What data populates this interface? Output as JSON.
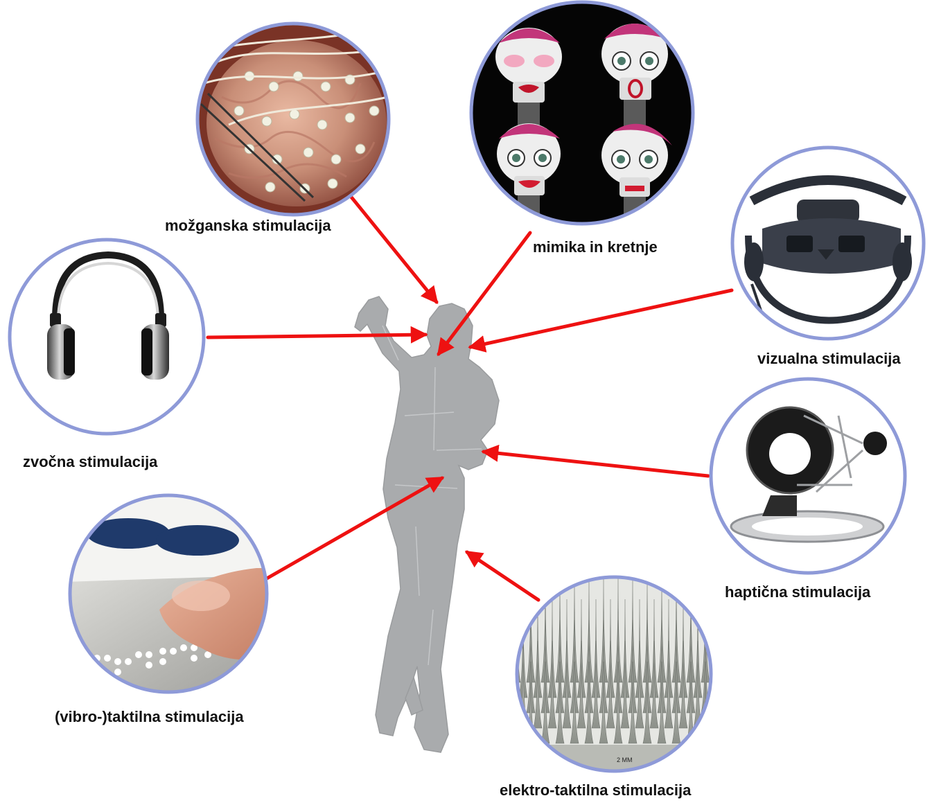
{
  "labels": {
    "brain": "možganska stimulacija",
    "mimic": "mimika in kretnje",
    "visual": "vizualna stimulacija",
    "audio": "zvočna stimulacija",
    "haptic": "haptična stimulacija",
    "tactile": "(vibro-)taktilna stimulacija",
    "electro": "elektro-taktilna stimulacija"
  },
  "scale_bar_text": "2 MM",
  "colors": {
    "ring": "#8e9ad8",
    "arrow": "#ee1111",
    "figure": "#a9abad"
  }
}
